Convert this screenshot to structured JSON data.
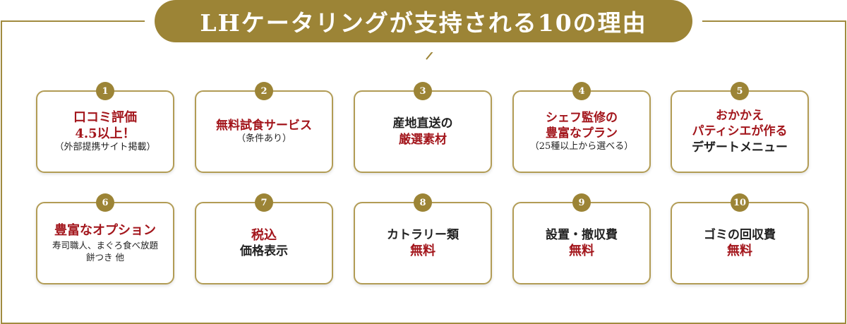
{
  "header": {
    "title": "LHケータリングが支持される10の理由"
  },
  "colors": {
    "gold": "#9c8436",
    "red": "#a3161c",
    "text": "#222222"
  },
  "reasons": [
    {
      "number": "1",
      "lines": [
        "口コミ評価",
        "4.5以上！"
      ],
      "note": "（外部提携サイト掲載）"
    },
    {
      "number": "2",
      "lines": [
        "無料試食サービス"
      ],
      "note": "（条件あり）"
    },
    {
      "number": "3",
      "line1": "産地直送の",
      "line2": "厳選素材"
    },
    {
      "number": "4",
      "lines": [
        "シェフ監修の",
        "豊富なプラン"
      ],
      "note": "（25種以上から選べる）"
    },
    {
      "number": "5",
      "lines": [
        "おかかえ",
        "パティシエが作る"
      ],
      "sub": "デザートメニュー"
    },
    {
      "number": "6",
      "title": "豊富なオプション",
      "notes": [
        "寿司職人、まぐろ食べ放題",
        "餅つき 他"
      ]
    },
    {
      "number": "7",
      "title": "税込",
      "sub": "価格表示"
    },
    {
      "number": "8",
      "label": "カトラリー類",
      "value": "無料"
    },
    {
      "number": "9",
      "label": "設置・撤収費",
      "value": "無料"
    },
    {
      "number": "10",
      "label": "ゴミの回収費",
      "value": "無料"
    }
  ]
}
